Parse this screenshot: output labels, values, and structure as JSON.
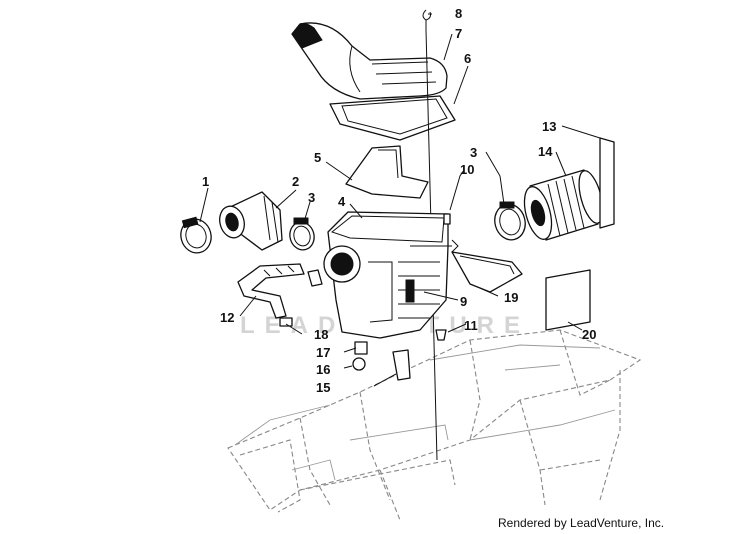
{
  "diagram": {
    "callouts": [
      "1",
      "2",
      "3",
      "4",
      "5",
      "6",
      "7",
      "8",
      "9",
      "10",
      "11",
      "12",
      "13",
      "14",
      "15",
      "16",
      "17",
      "18",
      "19",
      "20",
      "3"
    ],
    "watermark": "LEADVENTURE",
    "credit": "Rendered by LeadVenture, Inc."
  }
}
